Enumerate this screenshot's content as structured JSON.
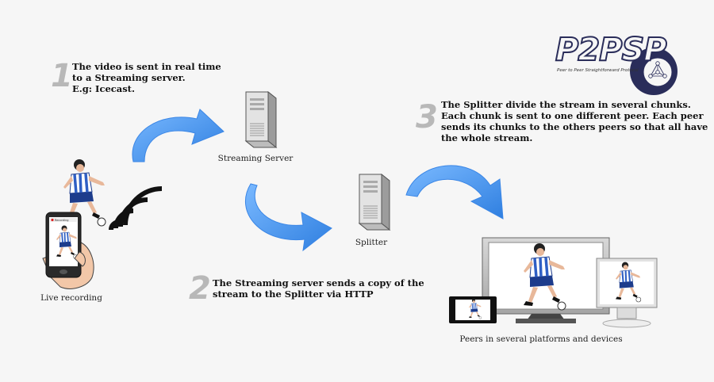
{
  "logo": {
    "text": "P2PSP",
    "subtitle": "Peer to Peer Straightforward Protocol"
  },
  "steps": [
    {
      "number": "1",
      "lines": [
        "The video is sent in real time",
        "to a Streaming server.",
        "E.g: Icecast."
      ]
    },
    {
      "number": "2",
      "lines": [
        "The Streaming server sends a copy of the",
        "stream to the Splitter via HTTP"
      ]
    },
    {
      "number": "3",
      "lines": [
        "The Splitter divide the stream in several chunks.",
        "Each chunk is sent to one different peer. Each peer",
        "sends its chunks to the others peers so that all have",
        "the whole stream."
      ]
    }
  ],
  "labels": {
    "streaming_server": "Streaming Server",
    "splitter": "Splitter",
    "live_recording": "Live recording",
    "peers": "Peers in several platforms and devices"
  },
  "phone_screen_label": "Recording",
  "colors": {
    "arrow": "#4a9af0",
    "logo_dark": "#2a2d5a",
    "step_number": "#b8b8b8",
    "jersey_blue": "#2f5fc4"
  },
  "icons": [
    "server-icon",
    "wireless-signal-icon",
    "smartphone-icon",
    "monitor-icon",
    "tablet-icon",
    "laptop-icon",
    "soccer-player-icon",
    "hand-icon",
    "curved-arrow-icon"
  ]
}
